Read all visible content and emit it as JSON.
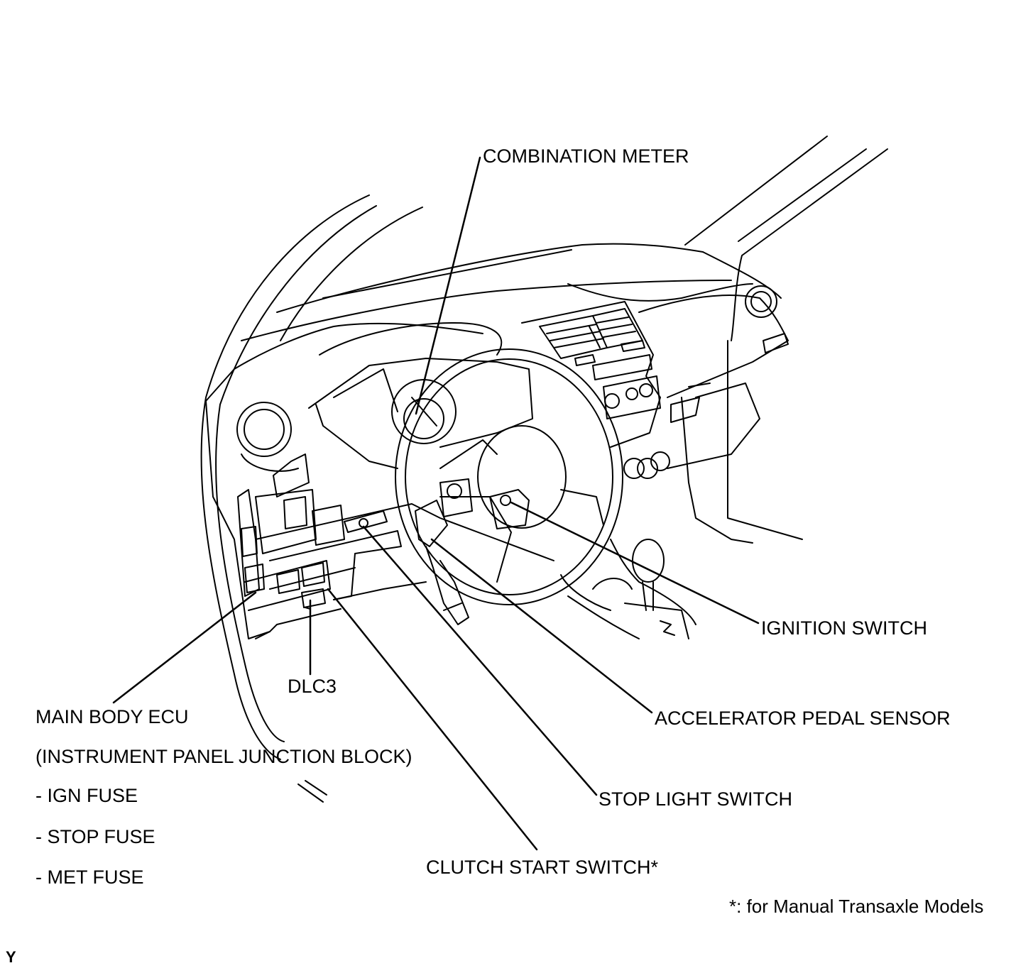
{
  "labels": {
    "combination_meter": "COMBINATION METER",
    "ignition_switch": "IGNITION SWITCH",
    "dlc3": "DLC3",
    "accelerator_pedal_sensor": "ACCELERATOR PEDAL SENSOR",
    "main_body_ecu": "MAIN BODY ECU",
    "junction_block": "(INSTRUMENT PANEL JUNCTION BLOCK)",
    "ign_fuse": "- IGN FUSE",
    "stop_fuse": "- STOP FUSE",
    "met_fuse": "- MET FUSE",
    "stop_light_switch": "STOP LIGHT SWITCH",
    "clutch_start_switch": "CLUTCH START SWITCH*"
  },
  "footnote": "*: for Manual Transaxle Models",
  "corner_mark": "Y",
  "colors": {
    "line": "#000000",
    "background": "#ffffff"
  }
}
